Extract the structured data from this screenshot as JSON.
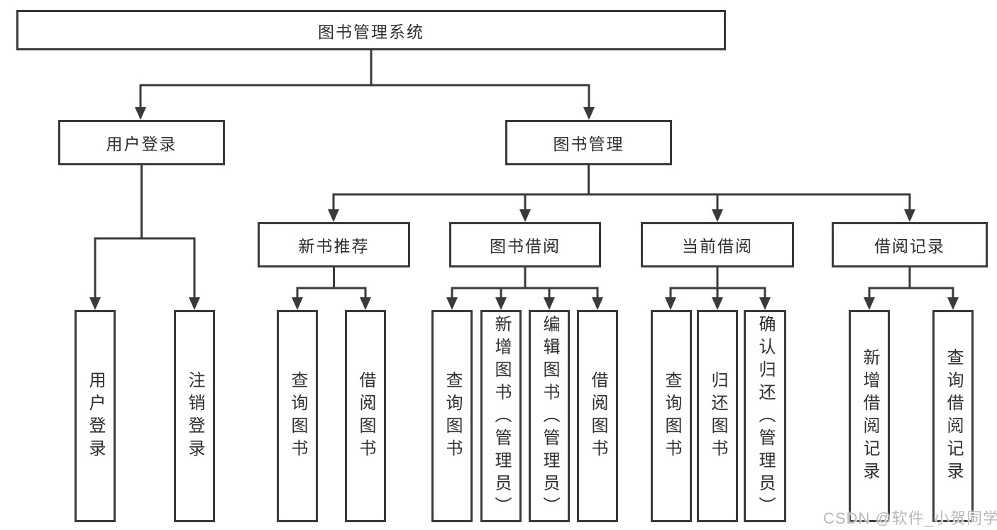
{
  "tree": {
    "root": "图书管理系统",
    "login": {
      "label": "用户登录",
      "children": [
        "用户登录",
        "注销登录"
      ]
    },
    "mgmt": {
      "label": "图书管理",
      "groups": [
        {
          "label": "新书推荐",
          "children": [
            "查询图书",
            "借阅图书"
          ]
        },
        {
          "label": "图书借阅",
          "children": [
            "查询图书",
            "新增图书（管理员）",
            "编辑图书（管理员）",
            "借阅图书"
          ]
        },
        {
          "label": "当前借阅",
          "children": [
            "查询图书",
            "归还图书",
            "确认归还（管理员）"
          ]
        },
        {
          "label": "借阅记录",
          "children": [
            "新增借阅记录",
            "查询借阅记录"
          ]
        }
      ]
    }
  },
  "watermark": {
    "text": "CSDN @软件_小贺同学"
  },
  "colors": {
    "line": "#3a3a3a",
    "text": "#2f2f2f",
    "watermark": "#b9b9b9",
    "background": "#ffffff"
  }
}
